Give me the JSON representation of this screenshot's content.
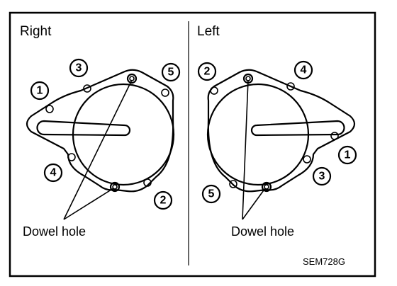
{
  "panels": [
    {
      "heading": "Right",
      "callout": "Dowel hole",
      "sequence": [
        "1",
        "2",
        "3",
        "4",
        "5"
      ]
    },
    {
      "heading": "Left",
      "callout": "Dowel hole",
      "sequence": [
        "1",
        "2",
        "3",
        "4",
        "5"
      ]
    }
  ],
  "figure_code": "SEM728G",
  "colors": {
    "line": "#000000",
    "background": "#ffffff"
  }
}
